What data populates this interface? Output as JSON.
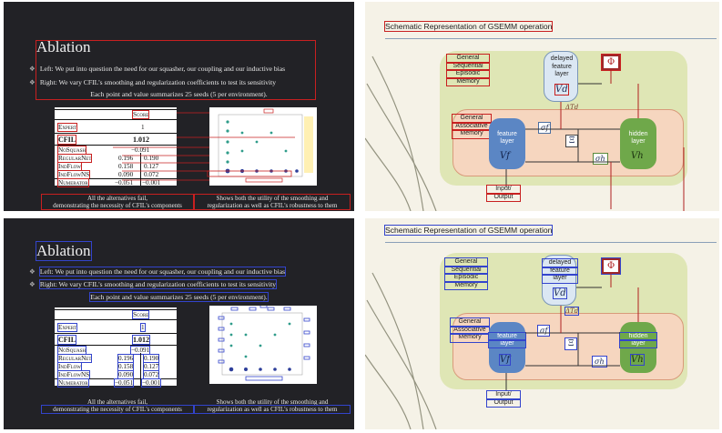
{
  "ablation": {
    "title": "Ablation",
    "bullet_left": "Left: We put into question the need for our squasher, our coupling and our inductive bias",
    "bullet_right": "Right: We vary CFIL's smoothing and regularization coefficients to test its sensitivity",
    "note": "Each point and value summarizes 25 seeds (5 per environment).",
    "table": {
      "header": "Score",
      "rows": [
        {
          "name": "Expert",
          "v1": "1",
          "v2": ""
        },
        {
          "name": "CFIL",
          "v1": "1.012",
          "v2": ""
        },
        {
          "name": "NoSquash",
          "v1": "−0.091",
          "v2": ""
        },
        {
          "name": "RegularNet",
          "v1": "0.196",
          "v2": "0.190"
        },
        {
          "name": "IndFlow",
          "v1": "0.158",
          "v2": "0.127"
        },
        {
          "name": "IndFlowNS",
          "v1": "0.090",
          "v2": "0.072"
        },
        {
          "name": "Numerator",
          "v1": "−0.051",
          "v2": "−0.001"
        }
      ]
    },
    "caption_left_1": "All the alternatives fail,",
    "caption_left_2": "demonstrating the necessity of CFIL's components",
    "caption_right_1": "Shows both the utility of the smoothing and",
    "caption_right_2": "regularization as well as CFIL's robustness to them"
  },
  "schematic": {
    "title": "Schematic Representation of GSEMM operation",
    "gsm": [
      "General",
      "Sequential",
      "Episodic",
      "Memory"
    ],
    "gam": [
      "General",
      "Associative",
      "Memory"
    ],
    "delayed": [
      "delayed",
      "feature",
      "layer"
    ],
    "feature": [
      "feature",
      "layer"
    ],
    "hidden": [
      "hidden",
      "layer"
    ],
    "io": [
      "Input/",
      "Output"
    ],
    "sym_vd": "Vd",
    "sym_vf": "Vf",
    "sym_vh": "Vh",
    "sym_phi": "Φ",
    "sym_sigma_f": "σf",
    "sym_sigma_h": "σh",
    "sym_xi": "Ξ",
    "sym_tau": "ΔTd"
  },
  "colors": {
    "red_box": "#c82020",
    "blue_box": "#3344cc",
    "feature_blue": "#5b86c4",
    "hidden_green": "#6fa84a",
    "gsm_bg": "#dfe6b5",
    "gam_bg": "#f6d6bf"
  }
}
